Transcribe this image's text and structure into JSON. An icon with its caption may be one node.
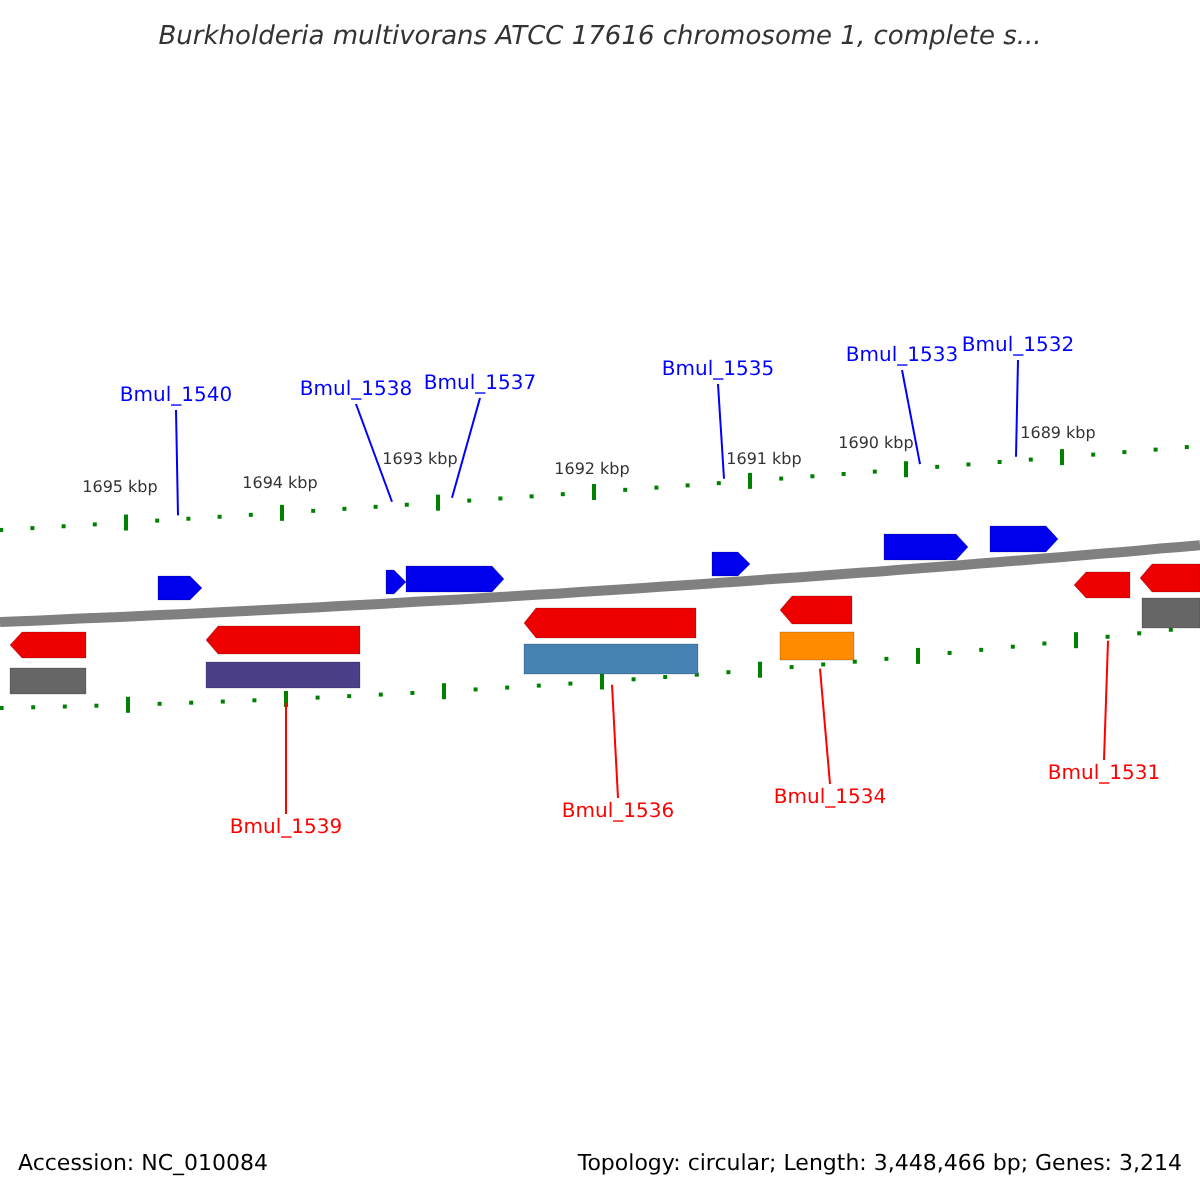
{
  "diagram": {
    "title": "Burkholderia multivorans ATCC 17616 chromosome 1, complete s...",
    "nodes": [
      {
        "text": [
          "Bmul_1540"
        ]
      },
      {
        "text": [
          "Bmul_1538"
        ]
      },
      {
        "text": [
          "Bmul_1537"
        ]
      },
      {
        "text": [
          "Bmul_1535"
        ]
      },
      {
        "text": [
          "Bmul_1533"
        ]
      },
      {
        "text": [
          "Bmul_1532"
        ]
      },
      {
        "text": [
          "Bmul_1539"
        ]
      },
      {
        "text": [
          "Bmul_1536"
        ]
      },
      {
        "text": [
          "Bmul_1534"
        ]
      },
      {
        "text": [
          "Bmul_1531"
        ]
      },
      {
        "text": [],
        "shape": "bar"
      },
      {
        "text": [],
        "shape": "bar"
      }
    ],
    "edges": [
      {
        "from": 0,
        "to": 10,
        "arrow": "none"
      },
      {
        "from": 1,
        "to": 10,
        "arrow": "none"
      },
      {
        "from": 2,
        "to": 10,
        "arrow": "none"
      },
      {
        "from": 3,
        "to": 10,
        "arrow": "none"
      },
      {
        "from": 4,
        "to": 10,
        "arrow": "none"
      },
      {
        "from": 5,
        "to": 10,
        "arrow": "none"
      },
      {
        "from": 6,
        "to": 11,
        "arrow": "none",
        "color": "#ff0000"
      },
      {
        "from": 7,
        "to": 11,
        "arrow": "none",
        "color": "#ff0000"
      },
      {
        "from": 8,
        "to": 11,
        "arrow": "none",
        "color": "#ff0000"
      },
      {
        "from": 9,
        "to": 11,
        "arrow": "none",
        "color": "#ff0000"
      }
    ],
    "labels": [
      "1695 kbp",
      "1694 kbp",
      "1693 kbp",
      "1692 kbp",
      "1691 kbp",
      "1690 kbp",
      "1689 kbp",
      "Accession: NC_010084",
      "Topology: circular; Length: 3,448,466 bp; Genes: 3,214"
    ]
  }
}
